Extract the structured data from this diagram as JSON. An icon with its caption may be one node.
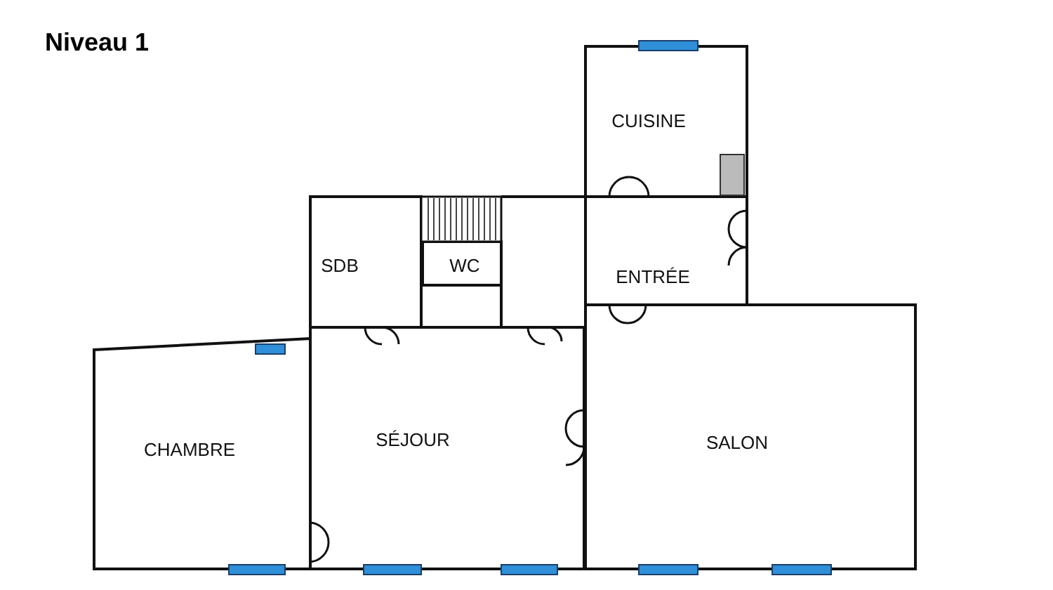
{
  "diagram": {
    "title": "Niveau 1",
    "nodes": [
      {
        "text": [
          "CUISINE"
        ]
      },
      {
        "text": [
          "SDB"
        ]
      },
      {
        "text": [
          "WC"
        ]
      },
      {
        "text": [
          "ENTRÉE"
        ]
      },
      {
        "text": [
          "CHAMBRE"
        ]
      },
      {
        "text": [
          "SÉJOUR"
        ]
      },
      {
        "text": [
          "SALON"
        ]
      }
    ]
  }
}
